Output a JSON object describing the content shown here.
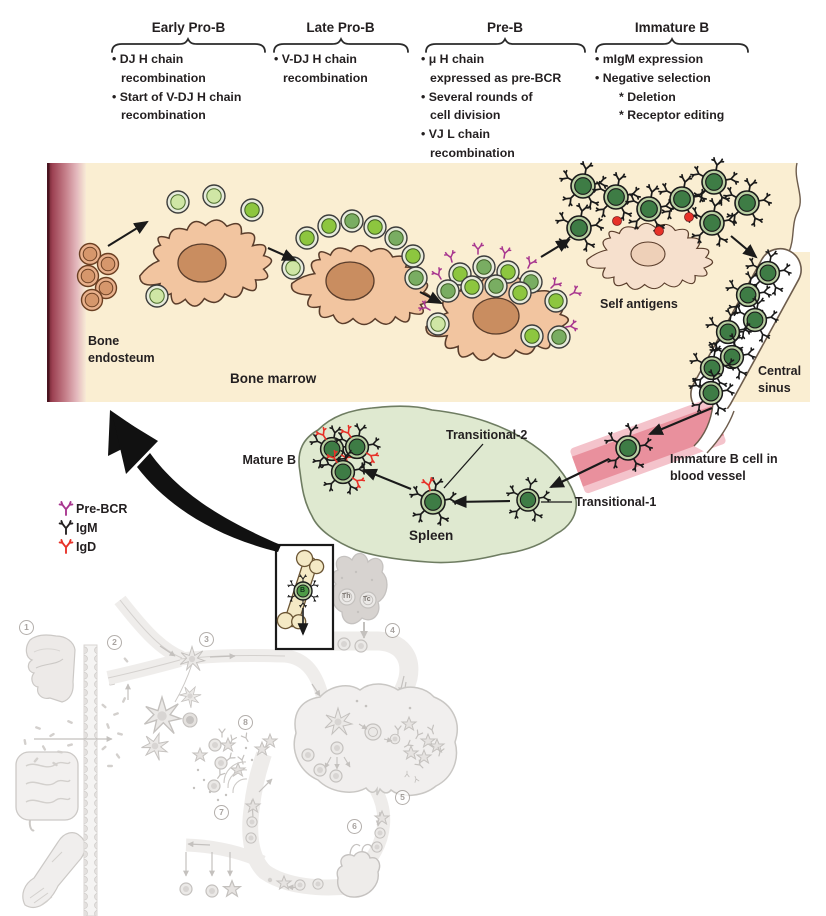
{
  "stages": [
    {
      "title": "Early Pro-B",
      "lines": [
        "DJ H chain",
        "recombination",
        "Start of V-DJ H chain",
        "recombination"
      ]
    },
    {
      "title": "Late Pro-B",
      "lines": [
        "V-DJ H chain",
        "recombination"
      ]
    },
    {
      "title": "Pre-B",
      "lines": [
        "μ H chain",
        "expressed as pre-BCR",
        "Several rounds of",
        "cell division",
        "VJ L chain",
        "recombination"
      ]
    },
    {
      "title": "Immature B",
      "lines": [
        "mIgM expression",
        "Negative selection",
        "Deletion",
        "Receptor editing"
      ]
    }
  ],
  "labels": {
    "bone_endosteum": "Bone endosteum",
    "bone_marrow": "Bone marrow",
    "self_antigens": "Self antigens",
    "central_sinus": "Central sinus",
    "mature_b": "Mature B",
    "transitional_2": "Transitional-2",
    "transitional_1": "Transitional-1",
    "immature_b_vessel": "Immature B cell in blood vessel",
    "spleen": "Spleen"
  },
  "legend": [
    {
      "label": "Pre-BCR",
      "color": "#a8368f"
    },
    {
      "label": "IgM",
      "color": "#231f20"
    },
    {
      "label": "IgD",
      "color": "#e73128"
    }
  ],
  "overview_numbers": [
    "1",
    "2",
    "3",
    "4",
    "5",
    "6",
    "7",
    "8"
  ],
  "cell_tags": {
    "th": "Th",
    "tc": "Tc",
    "b": "B"
  },
  "colors": {
    "cream": "#faeed2",
    "endosteum_dark": "#6e2230",
    "endosteum_mid": "#c47d88",
    "stromal_fill": "#f2c5a0",
    "stromal_stroke": "#5a3d2b",
    "stromal_nucleus": "#c98d60",
    "cell_ring": "#e7ebdc",
    "early_green": "#cfe6a5",
    "bright_green": "#8dc63f",
    "mid_green": "#79ad62",
    "b_ring": "#b9cfa2",
    "b_green": "#3e7c45",
    "pre_bcr": "#a8368f",
    "igm": "#231f20",
    "igd": "#e73128",
    "self_stromal": "#f6e0cd",
    "spleen_green": "#dfe9d0",
    "vessel_pink": "#e9909d",
    "vessel_pink_light": "#f4c3cb",
    "sinus_line": "#6d5c4c",
    "faded_grey": "#9a948f",
    "label": "#231f20"
  }
}
